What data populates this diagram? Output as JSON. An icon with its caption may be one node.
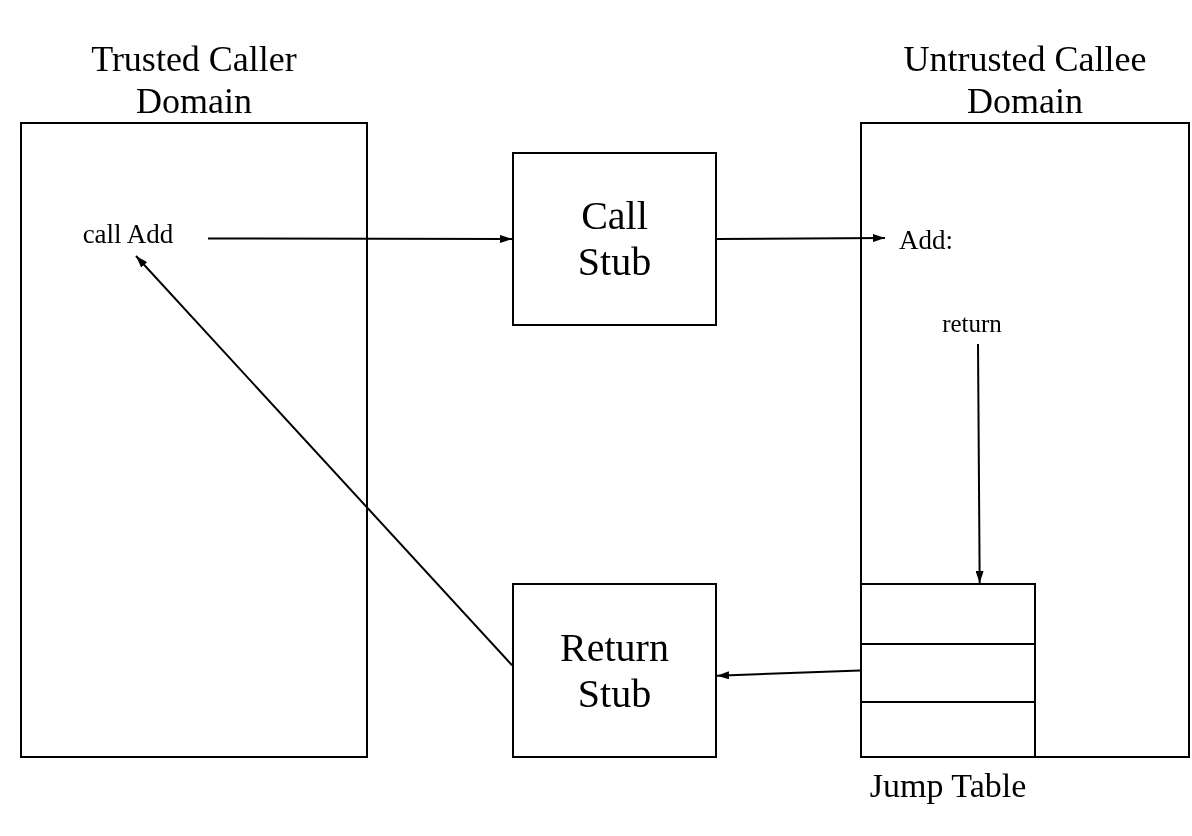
{
  "diagram": {
    "nodes": [
      {
        "text": [
          "Trusted Caller Domain"
        ]
      },
      {
        "text": [
          "call Add"
        ],
        "in": 0
      },
      {
        "text": [
          "Call Stub"
        ]
      },
      {
        "text": [
          "Untrusted Callee Domain"
        ]
      },
      {
        "text": [
          "Add:"
        ],
        "in": 3
      },
      {
        "text": [
          "return"
        ],
        "in": 3
      },
      {
        "text": [
          "Jump Table"
        ],
        "in": 3
      },
      {
        "text": [
          "Return Stub"
        ]
      }
    ],
    "edges": [
      {
        "from": 1,
        "to": 2,
        "arrow": "to"
      },
      {
        "from": 2,
        "to": 4,
        "arrow": "to"
      },
      {
        "from": 5,
        "to": 6,
        "arrow": "to"
      },
      {
        "from": 6,
        "to": 7,
        "arrow": "to"
      },
      {
        "from": 7,
        "to": 1,
        "arrow": "to"
      }
    ]
  }
}
